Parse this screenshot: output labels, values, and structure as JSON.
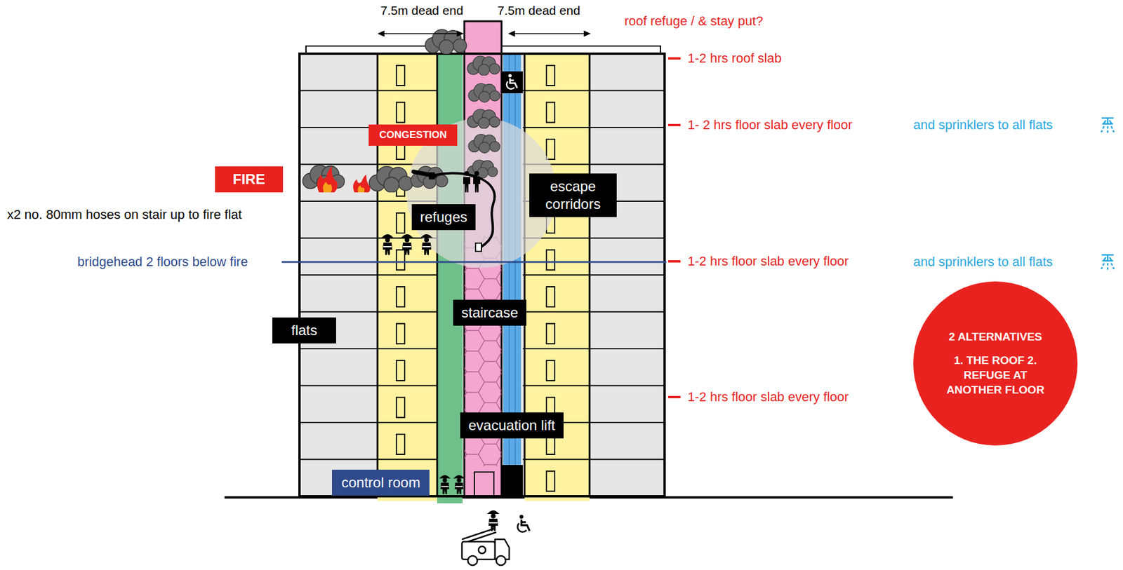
{
  "diagram": {
    "nodes": [
      {
        "text": [
          "CONGESTION"
        ]
      },
      {
        "text": [
          "FIRE"
        ]
      },
      {
        "text": [
          "escape corridors"
        ]
      },
      {
        "text": [
          "refuges"
        ]
      },
      {
        "text": [
          "staircase"
        ]
      },
      {
        "text": [
          "flats"
        ]
      },
      {
        "text": [
          "evacuation lift"
        ]
      },
      {
        "text": [
          "control room"
        ]
      },
      {
        "text": [
          "2 ALTERNATIVES",
          "1. THE ROOF 2. REFUGE AT ANOTHER FLOOR"
        ]
      }
    ],
    "edges": [],
    "labels": [
      "7.5m dead end",
      "7.5m dead end",
      "roof refuge / & stay put?",
      "1-2 hrs roof slab",
      "1- 2 hrs floor slab every floor",
      "and sprinklers to all flats",
      "x2 no. 80mm hoses on stair up to fire flat",
      "bridgehead 2 floors below fire",
      "1-2 hrs floor slab every floor",
      "and sprinklers to all flats",
      "1-2 hrs floor slab every floor"
    ]
  }
}
